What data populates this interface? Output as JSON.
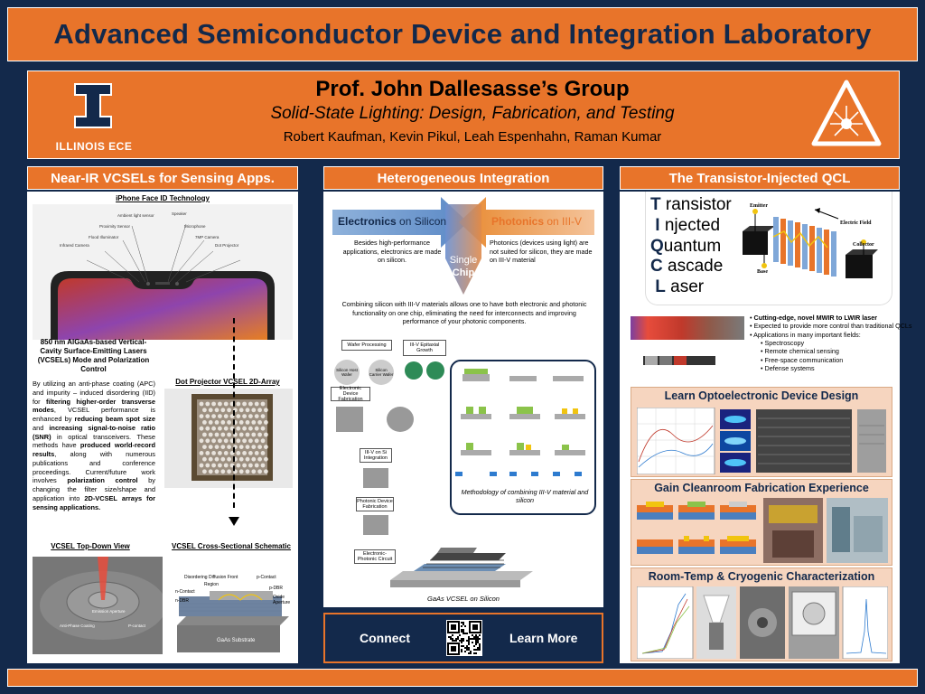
{
  "lab_title": "Advanced Semiconductor Device and Integration Laboratory",
  "header": {
    "logo_text": "ILLINOIS ECE",
    "group": "Prof. John Dallesasse’s Group",
    "subtitle": "Solid-State Lighting: Design, Fabrication, and Testing",
    "authors": "Robert Kaufman, Kevin Pikul, Leah Espenhahn, Raman Kumar"
  },
  "left": {
    "title": "Near-IR VCSELs for Sensing Apps.",
    "iphone_caption": "iPhone Face ID Technology",
    "iphone_labels": [
      "Ambient light sensor",
      "Speaker",
      "Proximity Sensor",
      "Microphone",
      "Flood Illuminator",
      "7MP Camera",
      "Infrared Camera",
      "Dot Projector"
    ],
    "bold_heading": "850 nm AlGaAs-based Vertical-Cavity Surface-Emitting Lasers (VCSELs) Mode and Polarization Control",
    "dot_caption": "Dot Projector VCSEL 2D-Array",
    "body_parts": [
      {
        "t": "By utilizing an anti-phase coating (APC) and impurity – induced disordering (IID) for ",
        "b": false
      },
      {
        "t": "filtering higher-order transverse modes",
        "b": true
      },
      {
        "t": ", VCSEL performance is enhanced by ",
        "b": false
      },
      {
        "t": "reducing beam spot size",
        "b": true
      },
      {
        "t": " and ",
        "b": false
      },
      {
        "t": "increasing signal-to-noise ratio (SNR)",
        "b": true
      },
      {
        "t": " in optical transceivers. These methods have ",
        "b": false
      },
      {
        "t": "produced world-record results",
        "b": true
      },
      {
        "t": ", along with numerous publications and conference proceedings. Current/future work involves ",
        "b": false
      },
      {
        "t": "polarization control",
        "b": true
      },
      {
        "t": " by changing the filter size/shape and application into ",
        "b": false
      },
      {
        "t": "2D-VCSEL arrays for sensing applications.",
        "b": true
      }
    ],
    "topdown_caption": "VCSEL Top-Down View",
    "topdown_labels": [
      "Anti-Phase Coating",
      "P-contact",
      "Emission Aperture"
    ],
    "cross_caption": "VCSEL Cross-Sectional Schematic",
    "cross_labels": [
      "Disordering Diffusion Front",
      "p-Contact",
      "n-Contact",
      "p-DBR",
      "n-DBR",
      "Oxide Aperture",
      "Region",
      "GaAs Substrate"
    ]
  },
  "center": {
    "title": "Heterogeneous Integration",
    "electronics_label": "Electronics",
    "electronics_suffix": " on Silicon",
    "photonics_label": "Photonics",
    "photonics_suffix": " on III-V",
    "single": "Single",
    "chip": "Chip",
    "left_text": "Besides high-performance applications, electronics are made on silicon.",
    "right_text": "Photonics (devices using light) are not suited for silicon, they are made on III-V material",
    "combine_text": "Combining silicon with III-V materials allows one to have both electronic and photonic functionality on one chip, eliminating the need for interconnects and improving performance of your photonic components.",
    "flow": [
      "Wafer Processing",
      "III-V Epitaxial Growth",
      "Silicon Host Wafer",
      "Silicon Carrier Wafer",
      "Electronic Device Fabrication",
      "III-V on Si Integration",
      "Photonic Device Fabrication",
      "Electronic-Photonic Circuit"
    ],
    "method_caption": "Methodology of combining III-V material and silicon",
    "gaas_caption": "GaAs VCSEL on Silicon",
    "connect": "Connect",
    "learn": "Learn More"
  },
  "right": {
    "title": "The Transistor-Injected QCL",
    "letters": [
      [
        "T",
        "ransistor"
      ],
      [
        "I",
        "njected"
      ],
      [
        "Q",
        "uantum"
      ],
      [
        "C",
        "ascade"
      ],
      [
        "L",
        "aser"
      ]
    ],
    "diagram_labels": [
      "Emitter",
      "Electric Field",
      "Collector",
      "Base"
    ],
    "bullets": [
      "Cutting-edge, novel MWIR to LWIR laser",
      "Expected to provide more control than traditional QCLs",
      "Applications in many important fields:",
      "Spectroscopy",
      "Remote chemical sensing",
      "Free-space communication",
      "Defense systems"
    ],
    "sub1": "Learn Optoelectronic Device Design",
    "sub2": "Gain Cleanroom Fabrication Experience",
    "sub3": "Room-Temp & Cryogenic Characterization",
    "colors": {
      "orange": "#e8742a",
      "navy": "#13294b",
      "peach": "#f6d5bf"
    }
  }
}
